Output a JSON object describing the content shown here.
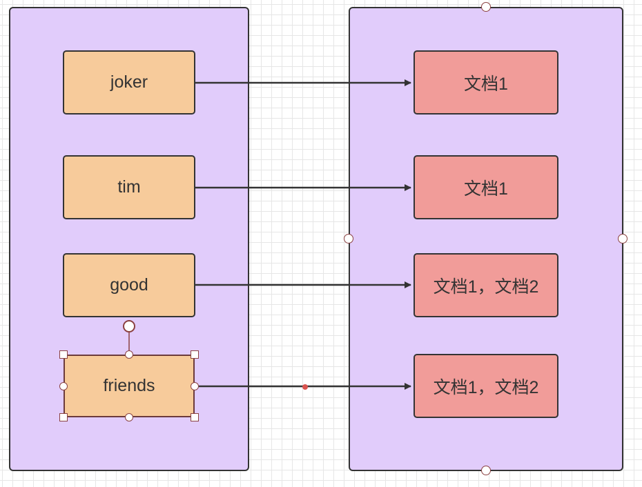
{
  "terms": [
    {
      "label": "joker"
    },
    {
      "label": "tim"
    },
    {
      "label": "good"
    },
    {
      "label": "friends"
    }
  ],
  "documents": [
    {
      "label": "文档1"
    },
    {
      "label": "文档1"
    },
    {
      "label": "文档1，文档2"
    },
    {
      "label": "文档1，文档2"
    }
  ],
  "colors": {
    "panel_fill": "#e1ccfb",
    "term_fill": "#f7cb9b",
    "doc_fill": "#f19c99",
    "stroke": "#333333",
    "selection": "#8a4040"
  }
}
